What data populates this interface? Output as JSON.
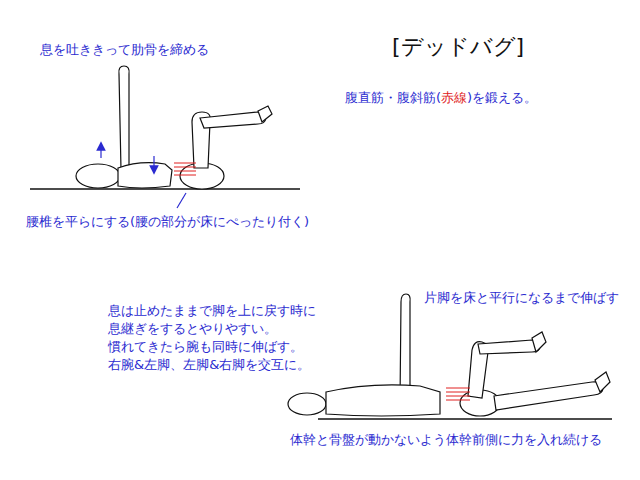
{
  "diagram": {
    "title": "[デッドバグ]",
    "labels": [
      "息を吐ききって肋骨を締める",
      "腹直筋・腹斜筋(",
      "赤線",
      ")を鍛える。",
      "腰椎を平らにする(腰の部分が床にぺったり付く)",
      "片脚を床と平行になるまで伸ばす",
      "息は止めたままで脚を上に戻す時に",
      "息継ぎをするとやりやすい。",
      "慣れてきたら腕も同時に伸ばす。",
      "右腕&左脚、左脚&右脚を交互に。",
      "体幹と骨盤が動かないよう体幹前側に力を入れ続ける"
    ]
  }
}
